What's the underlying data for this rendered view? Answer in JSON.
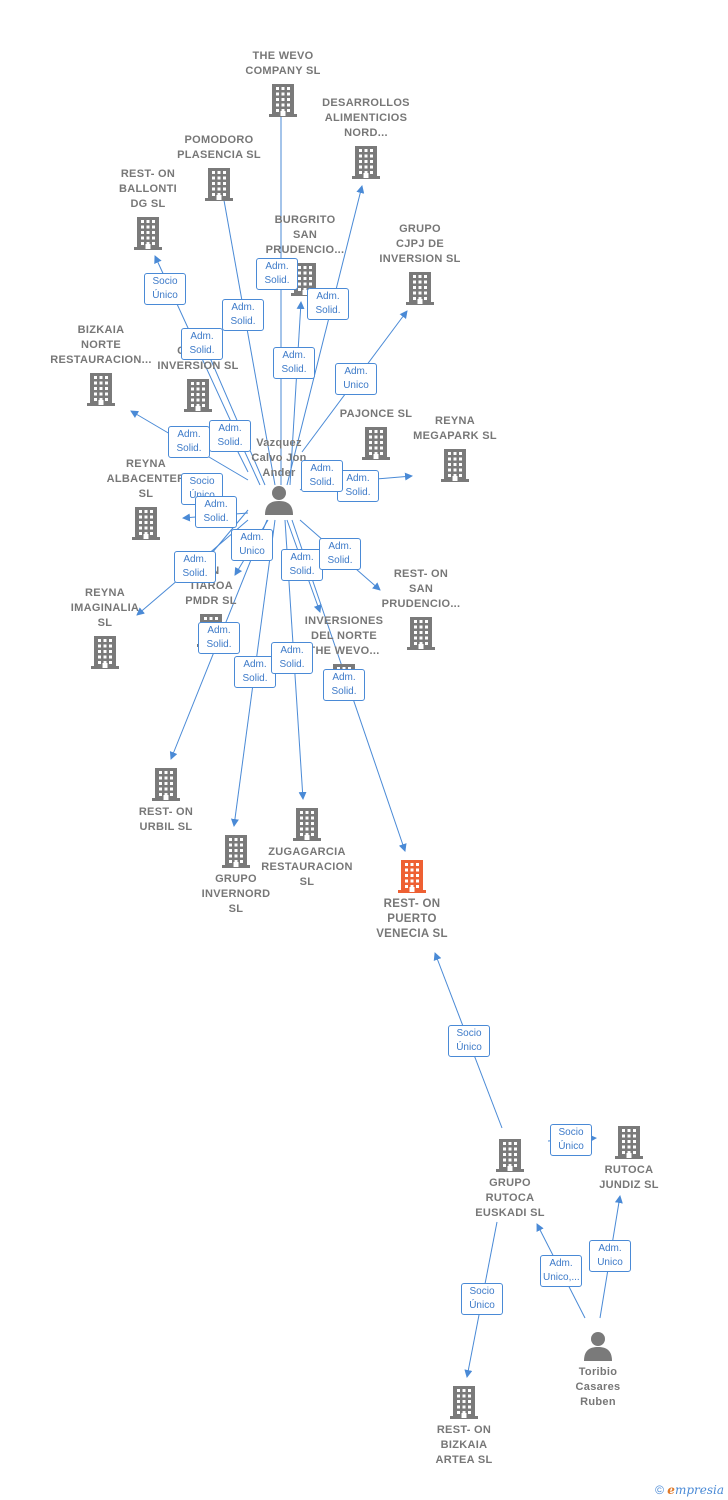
{
  "colors": {
    "edge": "#4a8ad6",
    "building": "#7a7a7a",
    "highlight": "#ee6033",
    "person": "#7a7a7a",
    "label": "#777777"
  },
  "nodes": [
    {
      "id": "wevo",
      "type": "company",
      "label": "THE WEVO\nCOMPANY  SL",
      "icon": "building-icon",
      "label_pos": "above"
    },
    {
      "id": "desarrollos",
      "type": "company",
      "label": "DESARROLLOS\nALIMENTICIOS\nNORD...",
      "icon": "building-icon",
      "label_pos": "above"
    },
    {
      "id": "pomodoro",
      "type": "company",
      "label": "POMODORO\nPLASENCIA  SL",
      "icon": "building-icon",
      "label_pos": "above"
    },
    {
      "id": "ballonti",
      "type": "company",
      "label": "REST- ON\nBALLONTI\nDG  SL",
      "icon": "building-icon",
      "label_pos": "above"
    },
    {
      "id": "burgrito",
      "type": "company",
      "label": "BURGRITO\nSAN\nPRUDENCIO...",
      "icon": "building-icon",
      "label_pos": "above"
    },
    {
      "id": "cjpj",
      "type": "company",
      "label": "GRUPO\nCJPJ DE\nINVERSION  SL",
      "icon": "building-icon",
      "label_pos": "above"
    },
    {
      "id": "bizkaianorte",
      "type": "company",
      "label": "BIZKAIA\nNORTE\nRESTAURACION...",
      "icon": "building-icon",
      "label_pos": "above"
    },
    {
      "id": "lagrupo",
      "type": "company",
      "label": "LA\nGRUPO\nINVERSION  SL",
      "icon": "building-icon",
      "label_pos": "above"
    },
    {
      "id": "pajonce",
      "type": "company",
      "label": "PAJONCE  SL",
      "icon": "building-icon",
      "label_pos": "above"
    },
    {
      "id": "megapark",
      "type": "company",
      "label": "REYNA\nMEGAPARK  SL",
      "icon": "building-icon",
      "label_pos": "above"
    },
    {
      "id": "vazquez",
      "type": "person",
      "label": "Vazquez\nCalvo Jon\nAnder",
      "icon": "person-icon",
      "label_pos": "above"
    },
    {
      "id": "albacenter",
      "type": "company",
      "label": "REYNA\nALBACENTER\nSL",
      "icon": "building-icon",
      "label_pos": "above"
    },
    {
      "id": "tiaroa",
      "type": "company",
      "label": "ON\nTIAROA\nPMDR  SL",
      "icon": "building-icon",
      "label_pos": "above"
    },
    {
      "id": "imaginalia",
      "type": "company",
      "label": "REYNA\nIMAGINALIA\nSL",
      "icon": "building-icon",
      "label_pos": "above"
    },
    {
      "id": "sanprudencio",
      "type": "company",
      "label": "REST- ON\nSAN\nPRUDENCIO...",
      "icon": "building-icon",
      "label_pos": "above"
    },
    {
      "id": "invnorte",
      "type": "company",
      "label": "INVERSIONES\nDEL NORTE\nTHE WEVO...",
      "icon": "building-icon",
      "label_pos": "above"
    },
    {
      "id": "urbil",
      "type": "company",
      "label": "REST- ON\nURBIL  SL",
      "icon": "building-icon",
      "label_pos": "below"
    },
    {
      "id": "invernord",
      "type": "company",
      "label": "GRUPO\nINVERNORD\nSL",
      "icon": "building-icon",
      "label_pos": "below"
    },
    {
      "id": "zugagarcia",
      "type": "company",
      "label": "ZUGAGARCIA\nRESTAURACION\nSL",
      "icon": "building-icon",
      "label_pos": "below"
    },
    {
      "id": "venecia",
      "type": "company",
      "label": "REST- ON\nPUERTO\nVENECIA  SL",
      "icon": "building-icon",
      "label_pos": "below",
      "highlight": true
    },
    {
      "id": "rutocaeuskadi",
      "type": "company",
      "label": "GRUPO\nRUTOCA\nEUSKADI  SL",
      "icon": "building-icon",
      "label_pos": "below"
    },
    {
      "id": "rutocajundiz",
      "type": "company",
      "label": "RUTOCA\nJUNDIZ  SL",
      "icon": "building-icon",
      "label_pos": "below"
    },
    {
      "id": "toribio",
      "type": "person",
      "label": "Toribio\nCasares\nRuben",
      "icon": "person-icon",
      "label_pos": "below"
    },
    {
      "id": "bizkaiaartea",
      "type": "company",
      "label": "REST- ON\nBIZKAIA\nARTEA  SL",
      "icon": "building-icon",
      "label_pos": "below"
    }
  ],
  "edges": [
    {
      "from": "vazquez",
      "to": "wevo",
      "label": "Adm.\nSolid."
    },
    {
      "from": "vazquez",
      "to": "desarrollos",
      "label": "Adm.\nSolid."
    },
    {
      "from": "vazquez",
      "to": "pomodoro",
      "label": "Adm.\nSolid."
    },
    {
      "from": "vazquez",
      "to": "ballonti",
      "label": "Socio\nÚnico"
    },
    {
      "from": "vazquez",
      "to": "burgrito",
      "label": "Adm.\nSolid."
    },
    {
      "from": "vazquez",
      "to": "cjpj",
      "label": "Adm.\nUnico"
    },
    {
      "from": "vazquez",
      "to": "lagrupo",
      "label": "Adm.\nSolid."
    },
    {
      "from": "vazquez",
      "to": "bizkaianorte",
      "label": "Adm.\nSolid."
    },
    {
      "from": "vazquez",
      "to": "bizkaianorte",
      "label": "Adm.\nSolid."
    },
    {
      "from": "vazquez",
      "to": "megapark",
      "label": "Adm.\nSolid."
    },
    {
      "from": "vazquez",
      "to": "pajonce",
      "label": "Adm.\nSolid."
    },
    {
      "from": "vazquez",
      "to": "albacenter",
      "label": "Socio\nÚnico"
    },
    {
      "from": "vazquez",
      "to": "albacenter",
      "label": "Adm.\nSolid."
    },
    {
      "from": "vazquez",
      "to": "imaginalia",
      "label": "Adm.\nSolid."
    },
    {
      "from": "vazquez",
      "to": "tiaroa",
      "label": "Adm.\nUnico"
    },
    {
      "from": "vazquez",
      "to": "invnorte",
      "label": "Adm.\nSolid."
    },
    {
      "from": "vazquez",
      "to": "sanprudencio",
      "label": "Adm.\nSolid."
    },
    {
      "from": "vazquez",
      "to": "urbil",
      "label": "Adm.\nSolid."
    },
    {
      "from": "vazquez",
      "to": "invernord",
      "label": "Adm.\nSolid."
    },
    {
      "from": "vazquez",
      "to": "zugagarcia",
      "label": "Adm.\nSolid."
    },
    {
      "from": "vazquez",
      "to": "venecia",
      "label": "Adm.\nSolid."
    },
    {
      "from": "rutocaeuskadi",
      "to": "venecia",
      "label": "Socio\nÚnico"
    },
    {
      "from": "rutocaeuskadi",
      "to": "rutocajundiz",
      "label": "Socio\nÚnico"
    },
    {
      "from": "rutocaeuskadi",
      "to": "bizkaiaartea",
      "label": "Socio\nÚnico"
    },
    {
      "from": "toribio",
      "to": "rutocaeuskadi",
      "label": "Adm.\nUnico,..."
    },
    {
      "from": "toribio",
      "to": "rutocajundiz",
      "label": "Adm.\nUnico"
    }
  ],
  "footer": {
    "copyright": "©",
    "brand_initial": "e",
    "brand_rest": "mpresia"
  }
}
